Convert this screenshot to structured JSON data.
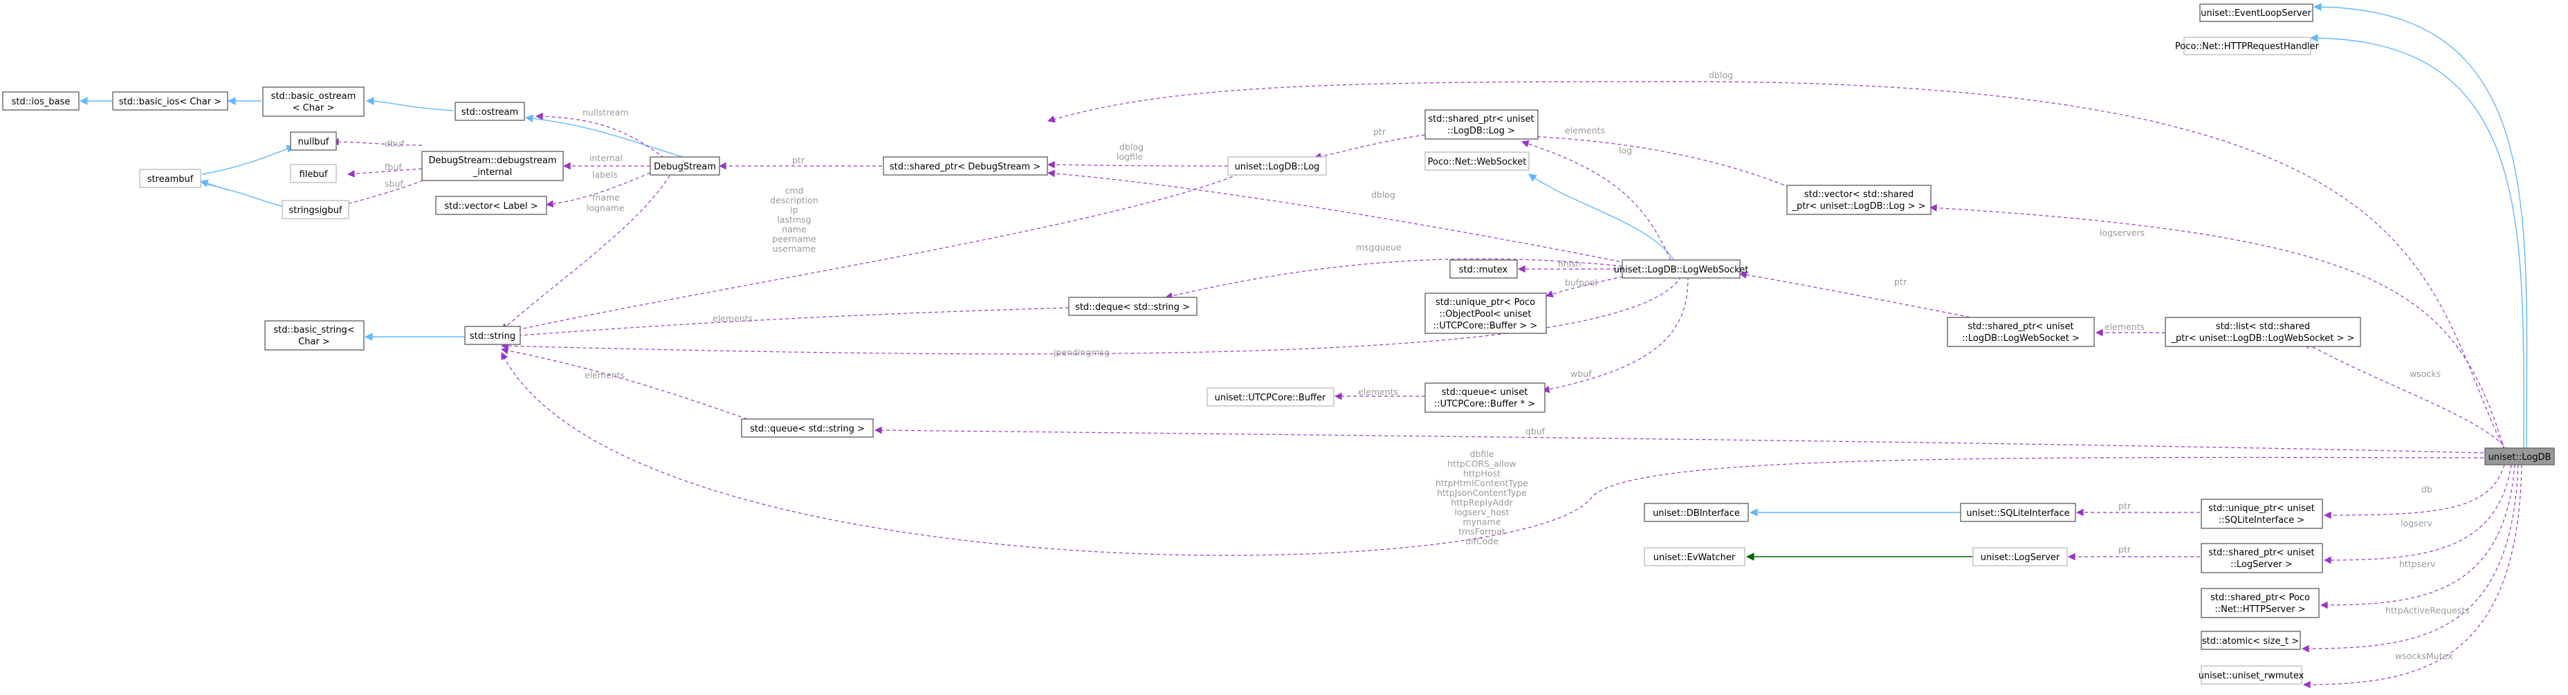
{
  "title": "",
  "colors": {
    "inheritance": "#63b8ff",
    "inheritance_protected": "#006400",
    "usage": "#9a32cd",
    "label": "#9a9a9a",
    "focus_fill": "#999999"
  },
  "nodes": {
    "event_loop_server": "uniset::EventLoopServer",
    "http_request_handler": "Poco::Net::HTTPRequestHandler",
    "logdb": "uniset::LogDB",
    "ios_base": "std::ios_base",
    "basic_ios": "std::basic_ios< Char >",
    "basic_ostream_l1": "std::basic_ostream",
    "basic_ostream_l2": "< Char >",
    "ostream": "std::ostream",
    "nullbuf": "nullbuf",
    "streambuf": "streambuf",
    "filebuf": "filebuf",
    "stringsigbuf": "stringsigbuf",
    "debugstream_internal_l1": "DebugStream::debugstream",
    "debugstream_internal_l2": "_internal",
    "debugstream": "DebugStream",
    "vector_label": "std::vector< Label >",
    "shared_ptr_debugstream": "std::shared_ptr< DebugStream >",
    "logdb_log": "uniset::LogDB::Log",
    "shared_ptr_log_l1": "std::shared_ptr< uniset",
    "shared_ptr_log_l2": "::LogDB::Log >",
    "websocket": "Poco::Net::WebSocket",
    "vector_shared_log_l1": "std::vector< std::shared",
    "vector_shared_log_l2": "_ptr< uniset::LogDB::Log > >",
    "basic_string_l1": "std::basic_string<",
    "basic_string_l2": "Char >",
    "string": "std::string",
    "mutex": "std::mutex",
    "logwebsocket": "uniset::LogDB::LogWebSocket",
    "deque_string": "std::deque< std::string >",
    "unique_ptr_pool_l1": "std::unique_ptr< Poco",
    "unique_ptr_pool_l2": "::ObjectPool< uniset",
    "unique_ptr_pool_l3": "::UTCPCore::Buffer > >",
    "shared_ptr_lws_l1": "std::shared_ptr< uniset",
    "shared_ptr_lws_l2": "::LogDB::LogWebSocket >",
    "list_shared_lws_l1": "std::list< std::shared",
    "list_shared_lws_l2": "_ptr< uniset::LogDB::LogWebSocket > >",
    "utcpcore_buffer": "uniset::UTCPCore::Buffer",
    "queue_buffer_l1": "std::queue< uniset",
    "queue_buffer_l2": "::UTCPCore::Buffer * >",
    "queue_string": "std::queue< std::string >",
    "dbinterface": "uniset::DBInterface",
    "sqliteinterface": "uniset::SQLiteInterface",
    "unique_ptr_sqlite_l1": "std::unique_ptr< uniset",
    "unique_ptr_sqlite_l2": "::SQLiteInterface >",
    "evwatcher": "uniset::EvWatcher",
    "logserver": "uniset::LogServer",
    "shared_ptr_logserver_l1": "std::shared_ptr< uniset",
    "shared_ptr_logserver_l2": "::LogServer >",
    "shared_ptr_httpserver_l1": "std::shared_ptr< Poco",
    "shared_ptr_httpserver_l2": "::Net::HTTPServer >",
    "atomic_size_t": "std::atomic< size_t >",
    "uniset_rwmutex": "uniset::uniset_rwmutex"
  },
  "edge_labels": {
    "dblog_top": "dblog",
    "nullstream": "nullstream",
    "ptr_debugstream": "ptr",
    "dblog_log_l1": "dblog",
    "dblog_log_l2": "logfile",
    "ptr_log": "ptr",
    "elements_log": "elements",
    "log_lws": "log",
    "dbuf": "dbuf",
    "fbuf": "fbuf",
    "sbuf": "sbuf",
    "internal": "internal",
    "labels": "labels",
    "fname_l1": "fname",
    "fname_l2": "logname",
    "string_fields": [
      "cmd",
      "description",
      "ip",
      "lastmsg",
      "name",
      "peername",
      "username"
    ],
    "dblog_lws": "dblog",
    "msgqueue": "msgqueue",
    "finish": "finish",
    "bufpool": "bufpool",
    "elements_deque": "elements",
    "jpendingmsg": "jpendingmsg",
    "elements_queue": "elements",
    "elements_buffer": "elements",
    "wbuf": "wbuf",
    "ptr_lws": "ptr",
    "logservers": "logservers",
    "elements_lws": "elements",
    "wsocks": "wsocks",
    "qbuf": "qbuf",
    "logdb_fields": [
      "dbfile",
      "httpCORS_allow",
      "httpHost",
      "httpHtmlContentType",
      "httpJsonContentType",
      "httpReplyAddr",
      "logserv_host",
      "myname",
      "tmsFormat",
      "uifCode"
    ],
    "ptr_sqlite": "ptr",
    "db": "db",
    "ptr_logserver": "ptr",
    "logserv": "logserv",
    "httpserv": "httpserv",
    "http_active_requests": "httpActiveRequests",
    "wsocks_mutex": "wsocksMutex"
  }
}
